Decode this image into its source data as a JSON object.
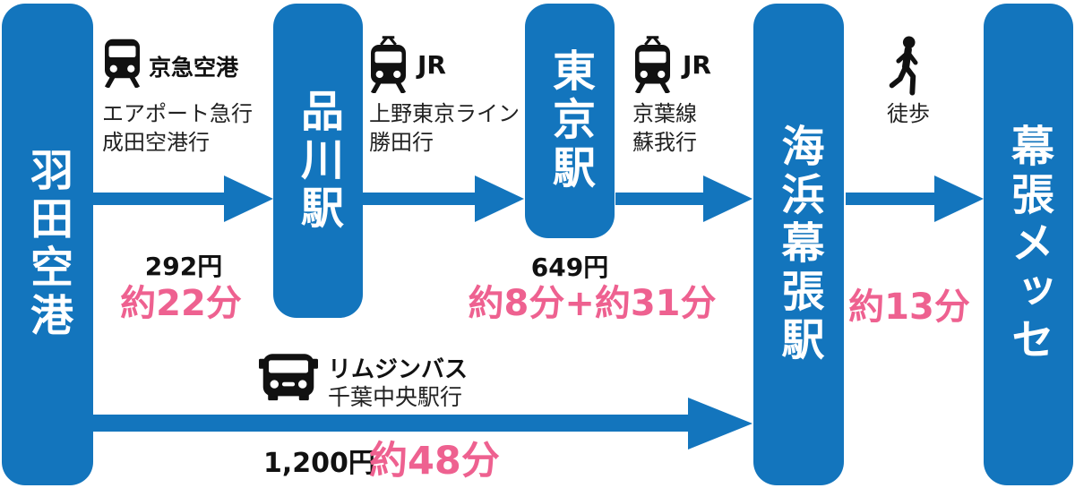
{
  "colors": {
    "blue": "#1375BD",
    "pink": "#EE6190"
  },
  "stations": [
    {
      "name": "羽田空港"
    },
    {
      "name": "品川駅"
    },
    {
      "name": "東京駅"
    },
    {
      "name": "海浜幕張駅"
    },
    {
      "name": "幕張メッセ"
    }
  ],
  "rail_segments": [
    {
      "from": "羽田空港",
      "to": "品川駅",
      "icon": "train-icon",
      "operator": "京急空港",
      "line1": "エアポート急行",
      "line2": "成田空港行",
      "fare": "292円",
      "time": "約22分"
    },
    {
      "from": "品川駅",
      "to": "東京駅",
      "icon": "train-icon",
      "operator": "JR",
      "line1": "上野東京ライン",
      "line2": "勝田行"
    },
    {
      "from": "東京駅",
      "to": "海浜幕張駅",
      "icon": "train-icon",
      "operator": "JR",
      "line1": "京葉線",
      "line2": "蘇我行",
      "fare": "649円",
      "time": "約8分+約31分"
    },
    {
      "from": "海浜幕張駅",
      "to": "幕張メッセ",
      "icon": "walk-icon",
      "label": "徒歩",
      "time": "約13分"
    }
  ],
  "bus_route": {
    "from": "羽田空港",
    "to": "海浜幕張駅",
    "icon": "bus-icon",
    "operator": "リムジンバス",
    "line1": "千葉中央駅行",
    "fare": "1,200円",
    "time": "約48分"
  }
}
